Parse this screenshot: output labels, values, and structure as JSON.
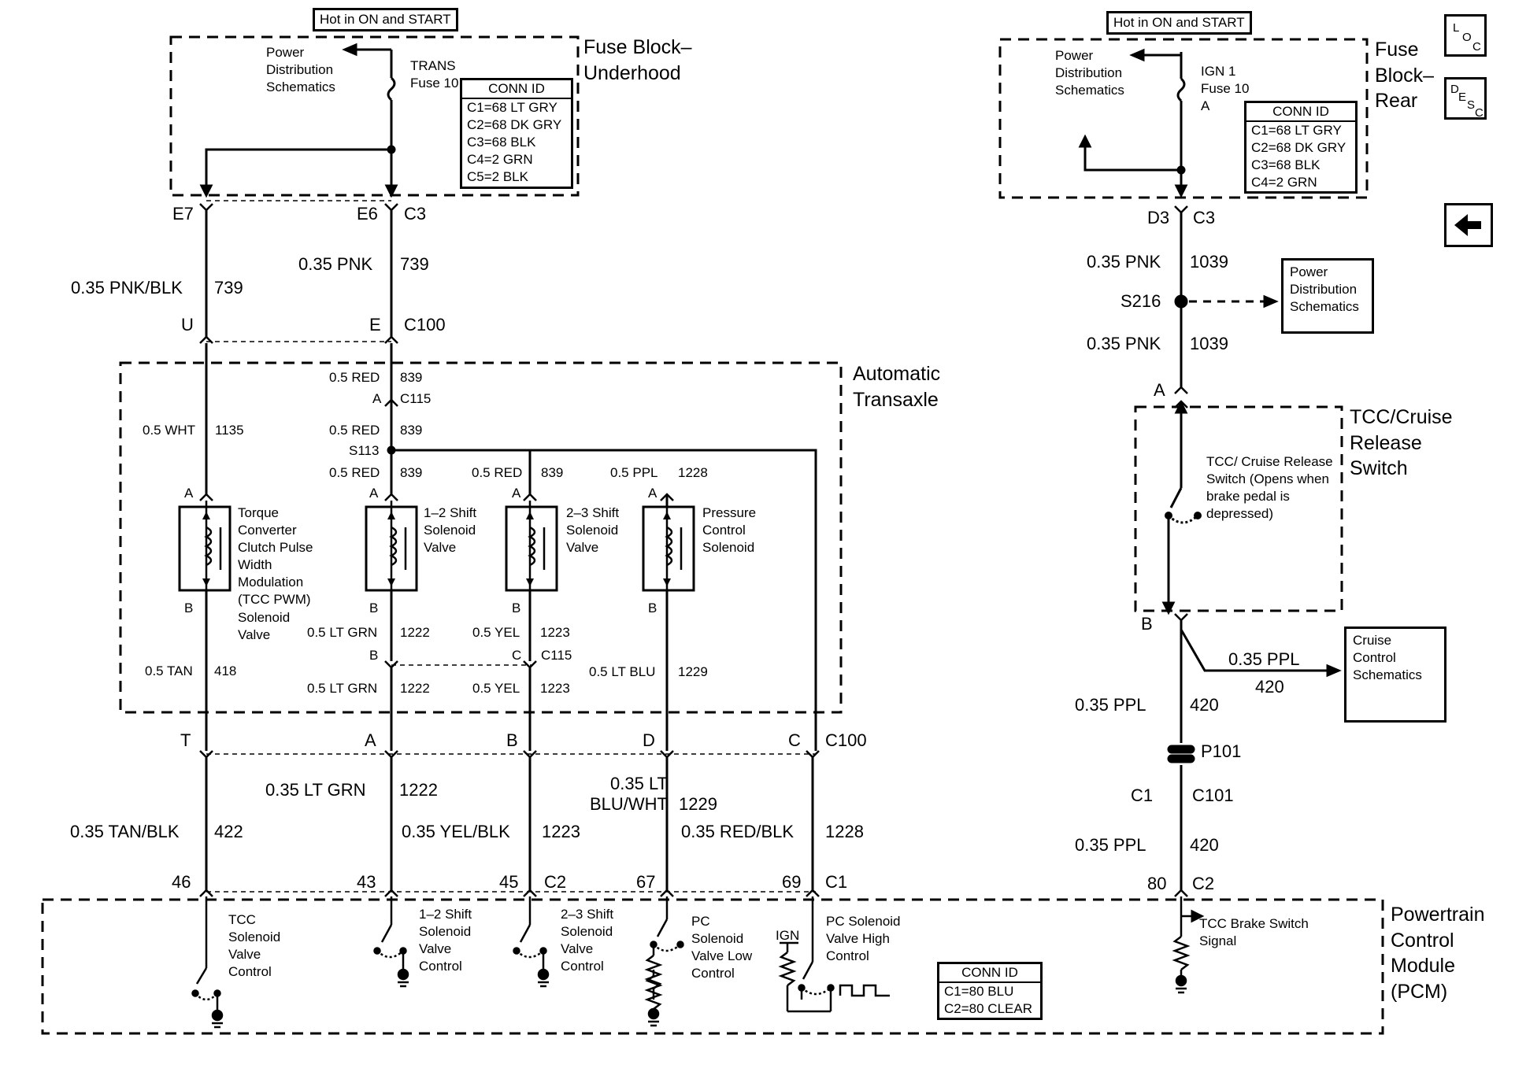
{
  "nav": {
    "loc_l": "L",
    "loc_o": "O",
    "loc_c": "C",
    "desc_d": "D",
    "desc_e": "E",
    "desc_s": "S",
    "desc_c": "C",
    "back_symbol": "back-arrow-icon"
  },
  "left_fuse": {
    "hot_label": "Hot in ON and START",
    "block_label": "Fuse Block– Underhood",
    "power_dist": "Power Distribution Schematics",
    "fuse_label": "TRANS Fuse 10 A",
    "conn_title": "CONN ID",
    "conn_rows": [
      "C1=68 LT GRY",
      "C2=68 DK GRY",
      "C3=68 BLK",
      "C4=2 GRN",
      "C5=2 BLK"
    ],
    "pin_e7": "E7",
    "pin_e6": "E6",
    "conn_c3": "C3"
  },
  "upper_wires": {
    "w1_color": "0.35 PNK/BLK",
    "w1_circuit": "739",
    "w2_color": "0.35 PNK",
    "w2_circuit": "739",
    "pin_u": "U",
    "pin_e": "E",
    "conn_c100": "C100"
  },
  "transaxle": {
    "label": "Automatic Transaxle",
    "red839_a": "0.5 RED",
    "c839_a": "839",
    "pin_a_c115": "A",
    "conn_c115": "C115",
    "red839_b": "0.5 RED",
    "c839_b": "839",
    "splice_s113": "S113",
    "red839_c": "0.5 RED",
    "c839_c": "839",
    "red839_d": "0.5 RED",
    "c839_d": "839",
    "wht": "0.5 WHT",
    "c1135": "1135",
    "ppl": "0.5 PPL",
    "c1228": "1228",
    "sol1_label": "Torque Converter Clutch Pulse Width Modulation (TCC PWM) Solenoid Valve",
    "sol2_label": "1–2 Shift Solenoid Valve",
    "sol3_label": "2–3 Shift Solenoid Valve",
    "sol4_label": "Pressure Control Solenoid",
    "pin_a1": "A",
    "pin_a2": "A",
    "pin_a3": "A",
    "pin_a4": "A",
    "pin_b1": "B",
    "pin_b2": "B",
    "pin_b3": "B",
    "pin_b4": "B",
    "tan": "0.5 TAN",
    "c418": "418",
    "ltgrn_a": "0.5 LT GRN",
    "c1222_a": "1222",
    "ltgrn_b": "0.5 LT GRN",
    "c1222_b": "1222",
    "yel_a": "0.5 YEL",
    "c1223_a": "1223",
    "yel_b": "0.5 YEL",
    "c1223_b": "1223",
    "ltblu": "0.5 LT BLU",
    "c1229": "1229",
    "pin_b_c115": "B",
    "pin_c_c115": "C",
    "conn_c115_b": "C115"
  },
  "lower_conn": {
    "pin_t": "T",
    "pin_a": "A",
    "pin_b": "B",
    "pin_d": "D",
    "pin_c": "C",
    "conn_c100": "C100"
  },
  "lower_wires": {
    "w1_color": "0.35 TAN/BLK",
    "w1_circuit": "422",
    "w2_color": "0.35 LT GRN",
    "w2_circuit": "1222",
    "w3_color": "0.35 YEL/BLK",
    "w3_circuit": "1223",
    "w4_color": "0.35 LT BLU/WHT",
    "w4_circuit": "1229",
    "w5_color": "0.35 RED/BLK",
    "w5_circuit": "1228"
  },
  "pcm_pins": {
    "p46": "46",
    "p43": "43",
    "p45": "45",
    "c2a": "C2",
    "p67": "67",
    "p69": "69",
    "c1": "C1",
    "p80": "80",
    "c2b": "C2"
  },
  "pcm": {
    "label": "Powertrain Control Module (PCM)",
    "tcc": "TCC Solenoid Valve Control",
    "s12": "1–2 Shift Solenoid Valve Control",
    "s23": "2–3 Shift Solenoid Valve Control",
    "pclow": "PC Solenoid Valve Low Control",
    "ign": "IGN",
    "pchigh": "PC Solenoid Valve High Control",
    "tccbrake": "TCC Brake Switch Signal",
    "conn_title": "CONN ID",
    "conn_rows": [
      "C1=80 BLU",
      "C2=80 CLEAR"
    ]
  },
  "right_fuse": {
    "hot_label": "Hot in ON and START",
    "block_label": "Fuse Block– Rear",
    "power_dist": "Power Distribution Schematics",
    "fuse_label": "IGN 1 Fuse 10 A",
    "conn_title": "CONN ID",
    "conn_rows": [
      "C1=68 LT GRY",
      "C2=68 DK GRY",
      "C3=68 BLK",
      "C4=2 GRN"
    ],
    "pin_d3": "D3",
    "conn_c3": "C3"
  },
  "right_chain": {
    "pnk_a": "0.35 PNK",
    "c1039_a": "1039",
    "splice": "S216",
    "power_box": "Power Distribution Schematics",
    "pnk_b": "0.35 PNK",
    "c1039_b": "1039",
    "pin_a": "A",
    "switch_group": "TCC/Cruise Release Switch",
    "switch_desc": "TCC/ Cruise Release Switch (Opens when brake pedal is depressed)",
    "pin_b": "B",
    "ppl_branch": "0.35 PPL",
    "c420_branch": "420",
    "cruise_box": "Cruise Control Schematics",
    "ppl_a": "0.35 PPL",
    "c420_a": "420",
    "p101": "P101",
    "c1pin": "C1",
    "c101": "C101",
    "ppl_b": "0.35 PPL",
    "c420_b": "420"
  }
}
